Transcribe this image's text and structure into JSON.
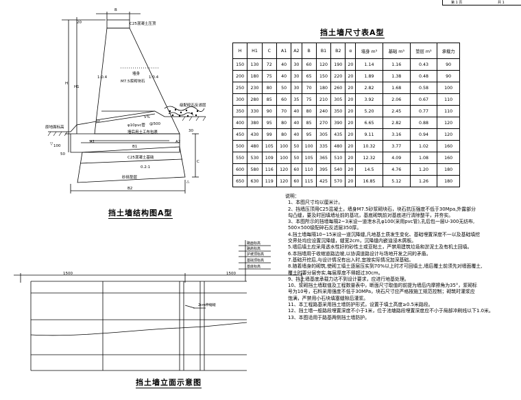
{
  "title_block": {
    "page_label": "第 1 页",
    "total_label": "共 1"
  },
  "section_drawing": {
    "title": "挡土墙结构图A型",
    "labels": {
      "top_cap": "C25混凝土压顶",
      "body_line1": "墙身",
      "body_line2": "M7.5浆砌块石",
      "slope_front": "1:0.4",
      "slope_back": "1:0.4",
      "gravel": "级配碎石反滤层",
      "fill_line": "原地面标高",
      "pipe": "φ10pvc管",
      "pipe_spacing": "@500",
      "filter_cloth": "墙后用土工布包裹",
      "slope_5": "5%",
      "dim_b": "B",
      "dim_20": "20",
      "dim_h": "H",
      "dim_h1": "H1",
      "dim_30": "30",
      "dim_a1": "A1",
      "dim_a2": "A2",
      "dim_b1": "B1",
      "dim_b2": "B2",
      "dim_c": "C",
      "dim_100": "100",
      "dim_50": "50",
      "base_concrete": "C25混凝土基础",
      "base_slope": "0.2:1",
      "base_pad": "砂砾垫层",
      "v_mark": "▽",
      "ground_mark": "△"
    }
  },
  "dim_table": {
    "title": "挡土墙尺寸表A型",
    "headers": [
      "H",
      "H1",
      "C",
      "A1",
      "A2",
      "B",
      "B1",
      "B2",
      "α",
      "墙身 m³",
      "基础 m³",
      "垫层 m³",
      "承载力"
    ],
    "rows": [
      [
        "150",
        "130",
        "72",
        "40",
        "30",
        "60",
        "120",
        "190",
        "20",
        "1.14",
        "1.16",
        "0.43",
        "90"
      ],
      [
        "200",
        "180",
        "75",
        "40",
        "30",
        "65",
        "150",
        "220",
        "20",
        "1.89",
        "1.38",
        "0.48",
        "90"
      ],
      [
        "250",
        "230",
        "80",
        "50",
        "30",
        "70",
        "180",
        "260",
        "20",
        "2.82",
        "1.68",
        "0.58",
        "100"
      ],
      [
        "300",
        "280",
        "85",
        "60",
        "35",
        "75",
        "210",
        "305",
        "20",
        "3.92",
        "2.06",
        "0.67",
        "110"
      ],
      [
        "350",
        "330",
        "90",
        "70",
        "40",
        "80",
        "240",
        "350",
        "20",
        "5.20",
        "2.45",
        "0.77",
        "110"
      ],
      [
        "400",
        "380",
        "95",
        "80",
        "40",
        "85",
        "270",
        "390",
        "20",
        "6.65",
        "2.82",
        "0.88",
        "120"
      ],
      [
        "450",
        "430",
        "99",
        "80",
        "40",
        "95",
        "305",
        "435",
        "20",
        "9.11",
        "3.16",
        "0.94",
        "120"
      ],
      [
        "500",
        "480",
        "105",
        "100",
        "50",
        "100",
        "335",
        "480",
        "20",
        "10.32",
        "3.77",
        "1.02",
        "160"
      ],
      [
        "550",
        "530",
        "109",
        "100",
        "50",
        "105",
        "365",
        "510",
        "20",
        "12.32",
        "4.09",
        "1.08",
        "160"
      ],
      [
        "600",
        "580",
        "116",
        "120",
        "60",
        "110",
        "395",
        "540",
        "20",
        "14.5",
        "4.76",
        "1.20",
        "180"
      ],
      [
        "650",
        "630",
        "119",
        "120",
        "60",
        "115",
        "425",
        "570",
        "20",
        "16.85",
        "5.12",
        "1.26",
        "180"
      ]
    ]
  },
  "notes": {
    "heading": "说明：",
    "lines": [
      "1、本图尺寸均以厘米计。",
      "2、挡墙压顶用C25混凝土，墙身M7.5砂浆砌块石，块石抗压强度不低于30Mpa,外露部分",
      "    勾凸缝，要及时回填墙址前的基坑，基底砌筑前对基底进行清除整平，并夯实。",
      "3、本图所示的挡墙每隔2~3米设一道泄水孔φ100(采用pvc管),孔后包一层U-300无纺布,",
      "    500×500级配碎石反滤层350厚。",
      "4.挡土墙每隔10~15米设一道沉降缝,凡地基土质发生变化、基础埋置深度不一以及基础填挖",
      "    交界处均应设置沉降缝，缝宽2cm，沉降缝内嵌油浸木屑板。",
      "5.墙后填土应采用透水性好的砂性土或亚粘土，严禁用建筑垃圾和淤泥土及有机土回填。",
      "6.本挡墙用于收缩道路边坡,以协调道路设计与场地开发之间的矛盾。",
      "7.基础开挖后,与设计情况有出入时,宜按实际情况加深基础。",
      "8.随着墙身的砌筑,使砌工填土逐层压实到70%以上时才可回填土,墙后覆土前须先对墙面覆土,",
      "    覆土时要分层夯实,每层厚度不得超过30cm。",
      "9、挡土墙基底承载力达不到设计要求，应进行地基处理。",
      "10、浆砌挡土墙取值及工程数量表中，断面尺寸取值的前提为墙后内摩擦角为35°，浆砌标",
      "    号为10号，石料采用强度不低于30MPa，块石尺寸应严格按施工规范控制；砌筑时灌浆应",
      "    饱满，严禁用小石块填塞缝隙后灌浆。",
      "11、本工程路基采用挡土墙防护形式，设置于填土高度≥0.5米路段。",
      "12、挡土墙一般路段埋置深度不小于1米，位于池塘路段埋置深度应不小于局部冲刷线以下1.0米。",
      "13、本图适用于路基两侧挡土墙防护。"
    ]
  },
  "elevation": {
    "title": "挡土墙立面示意图",
    "dim_left": "1500",
    "dim_right": "1500",
    "joint_label": "2cm伸缩缝",
    "levels": [
      "路面标高",
      "路肩标高",
      "护坡顶标高",
      "基础顶标高",
      "基底标高"
    ]
  }
}
